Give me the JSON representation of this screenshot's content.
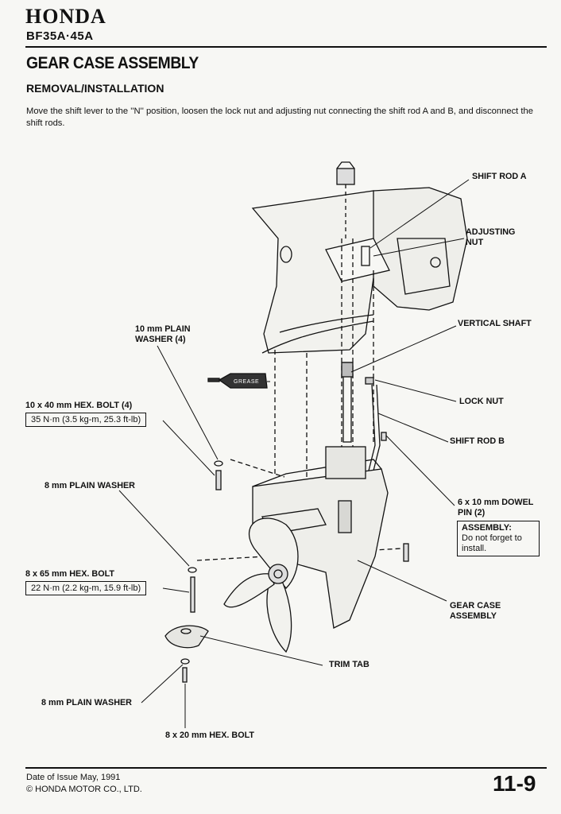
{
  "header": {
    "brand": "HONDA",
    "model": "BF35A·45A"
  },
  "title": "GEAR CASE ASSEMBLY",
  "subtitle": "REMOVAL/INSTALLATION",
  "intro": "Move the shift lever to the ''N'' position, loosen the lock nut and adjusting nut connecting the shift rod A and B, and disconnect the shift rods.",
  "labels": {
    "shift_rod_a": "SHIFT ROD A",
    "adjusting_nut_1": "ADJUSTING",
    "adjusting_nut_2": "NUT",
    "vertical_shaft": "VERTICAL SHAFT",
    "lock_nut": "LOCK NUT",
    "shift_rod_b": "SHIFT ROD B",
    "dowel_pin_1": "6 x 10 mm DOWEL",
    "dowel_pin_2": "PIN (2)",
    "assembly_note_title": "ASSEMBLY:",
    "assembly_note_text_1": "Do not forget to",
    "assembly_note_text_2": "install.",
    "gear_case_1": "GEAR CASE",
    "gear_case_2": "ASSEMBLY",
    "trim_tab": "TRIM TAB",
    "hex_bolt_8x20": "8 x 20 mm HEX. BOLT",
    "plain_washer_8_lower": "8 mm PLAIN WASHER",
    "hex_bolt_8x65": "8 x 65 mm HEX. BOLT",
    "torque_8x65": "22 N·m (2.2 kg-m, 15.9 ft-lb)",
    "plain_washer_8_upper": "8 mm PLAIN WASHER",
    "hex_bolt_10x40": "10 x 40 mm HEX. BOLT (4)",
    "torque_10x40": "35 N·m (3.5 kg-m, 25.3 ft-lb)",
    "plain_washer_10_1": "10 mm PLAIN",
    "plain_washer_10_2": "WASHER (4)",
    "grease": "GREASE"
  },
  "footer": {
    "issue_date": "Date of Issue May, 1991",
    "copyright": "© HONDA MOTOR CO., LTD.",
    "page_number": "11-9"
  }
}
